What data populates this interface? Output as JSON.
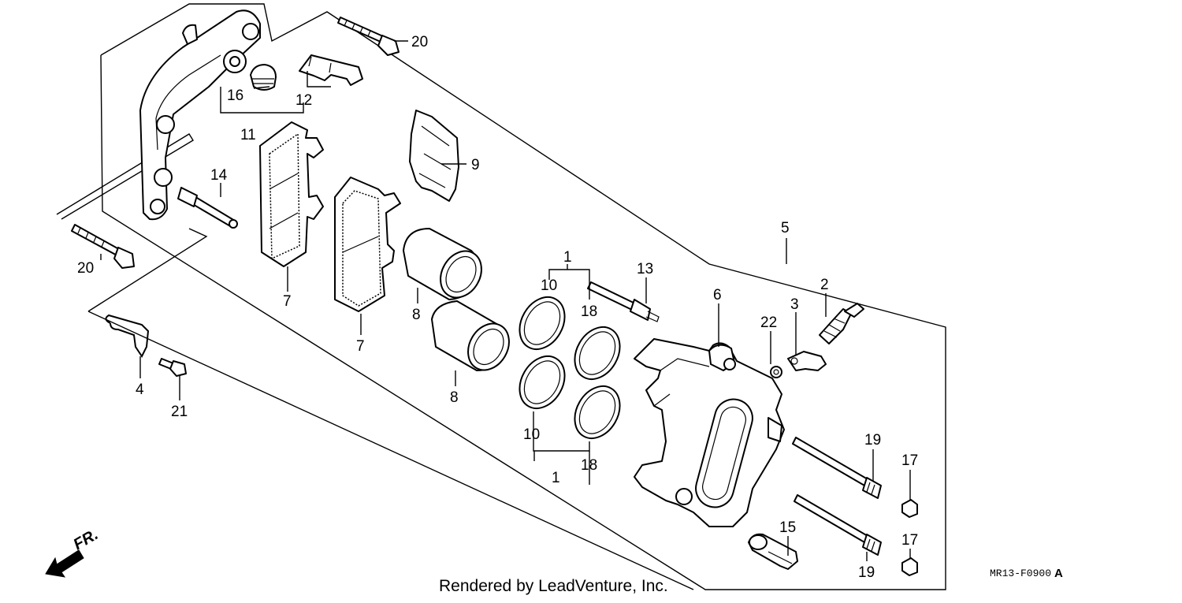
{
  "diagram": {
    "credit": "Rendered by LeadVenture, Inc.",
    "code": "MR13-F0900",
    "code_suffix": "A",
    "direction_label": "FR.",
    "callouts": [
      {
        "id": "c20a",
        "text": "20"
      },
      {
        "id": "c16",
        "text": "16"
      },
      {
        "id": "c12",
        "text": "12"
      },
      {
        "id": "c11",
        "text": "11"
      },
      {
        "id": "c9",
        "text": "9"
      },
      {
        "id": "c14",
        "text": "14"
      },
      {
        "id": "c20b",
        "text": "20"
      },
      {
        "id": "c7a",
        "text": "7"
      },
      {
        "id": "c7b",
        "text": "7"
      },
      {
        "id": "c8a",
        "text": "8"
      },
      {
        "id": "c8b",
        "text": "8"
      },
      {
        "id": "c1a",
        "text": "1"
      },
      {
        "id": "c10a",
        "text": "10"
      },
      {
        "id": "c18a",
        "text": "18"
      },
      {
        "id": "c13",
        "text": "13"
      },
      {
        "id": "c10b",
        "text": "10"
      },
      {
        "id": "c18b",
        "text": "18"
      },
      {
        "id": "c1b",
        "text": "1"
      },
      {
        "id": "c5",
        "text": "5"
      },
      {
        "id": "c6",
        "text": "6"
      },
      {
        "id": "c22",
        "text": "22"
      },
      {
        "id": "c3",
        "text": "3"
      },
      {
        "id": "c2",
        "text": "2"
      },
      {
        "id": "c19a",
        "text": "19"
      },
      {
        "id": "c19b",
        "text": "19"
      },
      {
        "id": "c17a",
        "text": "17"
      },
      {
        "id": "c17b",
        "text": "17"
      },
      {
        "id": "c15",
        "text": "15"
      },
      {
        "id": "c4",
        "text": "4"
      },
      {
        "id": "c21",
        "text": "21"
      }
    ]
  }
}
